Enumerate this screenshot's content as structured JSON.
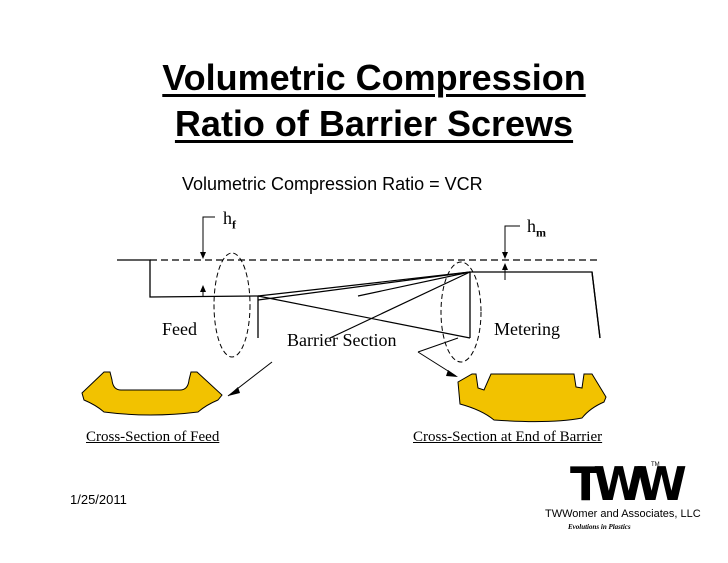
{
  "title": {
    "line1": "Volumetric Compression",
    "line2": "Ratio of Barrier Screws"
  },
  "subtitle": "Volumetric Compression Ratio = VCR",
  "labels": {
    "hf_base": "h",
    "hf_sub": "f",
    "hm_base": "h",
    "hm_sub": "m",
    "feed": "Feed",
    "barrier": "Barrier Section",
    "metering": "Metering"
  },
  "captions": {
    "feed": "Cross-Section of Feed",
    "barrier_end": "Cross-Section at End of Barrier"
  },
  "date": "1/25/2011",
  "logo": {
    "mark": "TWW",
    "company": "TWWomer and Associates, LLC",
    "tagline": "Evolutions in Plastics",
    "tm": "TM"
  },
  "colors": {
    "cross_section_fill": "#F2C200",
    "line": "#000000"
  }
}
